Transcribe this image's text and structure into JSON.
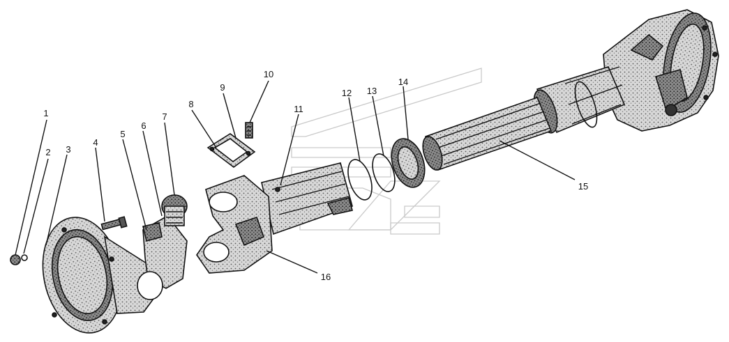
{
  "diagram": {
    "callouts": [
      {
        "id": "1",
        "label": "1"
      },
      {
        "id": "2",
        "label": "2"
      },
      {
        "id": "3",
        "label": "3"
      },
      {
        "id": "4",
        "label": "4"
      },
      {
        "id": "5",
        "label": "5"
      },
      {
        "id": "6",
        "label": "6"
      },
      {
        "id": "7",
        "label": "7"
      },
      {
        "id": "8",
        "label": "8"
      },
      {
        "id": "9",
        "label": "9"
      },
      {
        "id": "10",
        "label": "10"
      },
      {
        "id": "11",
        "label": "11"
      },
      {
        "id": "12",
        "label": "12"
      },
      {
        "id": "13",
        "label": "13"
      },
      {
        "id": "14",
        "label": "14"
      },
      {
        "id": "15",
        "label": "15"
      },
      {
        "id": "16",
        "label": "16"
      }
    ],
    "colors": {
      "ink": "#111111",
      "paper": "#ffffff",
      "fill_light": "#d6d6d6",
      "fill_mid": "#9a9a9a",
      "fill_dark": "#3a3a3a",
      "watermark": "#c9c9c9"
    }
  }
}
